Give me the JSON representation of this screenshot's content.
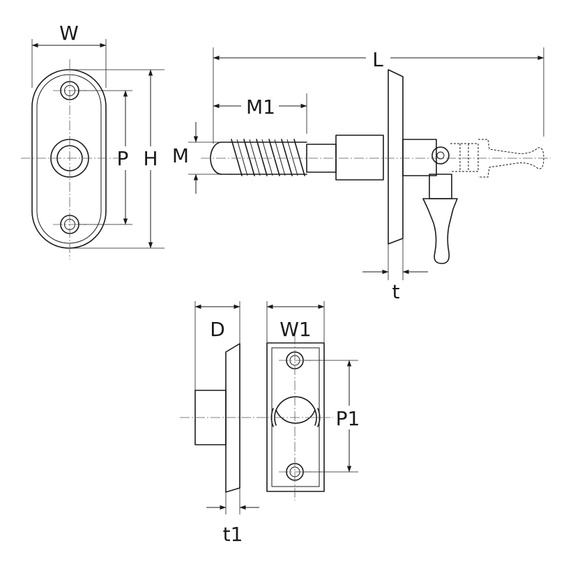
{
  "labels": {
    "W": "W",
    "P": "P",
    "H": "H",
    "M": "M",
    "M1": "M1",
    "L": "L",
    "t": "t",
    "D": "D",
    "W1": "W1",
    "P1": "P1",
    "t1": "t1"
  }
}
